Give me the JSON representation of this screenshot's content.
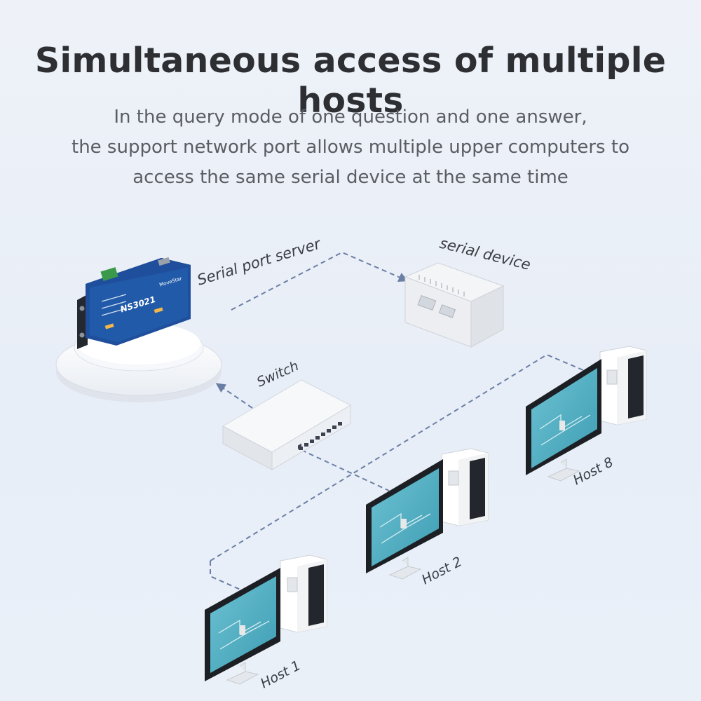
{
  "title": "Simultaneous access of multiple hosts",
  "subtitle": [
    "In the query mode of one question and one answer,",
    "the support network port allows multiple upper computers to",
    "access the same serial device at the same time"
  ],
  "devices": {
    "server_label": "Serial port server",
    "server_model": "NS3021",
    "server_brand": "MoveStar",
    "serial_device_label": "serial device",
    "switch_label": "Switch"
  },
  "hosts": [
    {
      "label": "Host 1"
    },
    {
      "label": "Host 2"
    },
    {
      "label": "Host 8"
    }
  ],
  "colors": {
    "link": "#6b7fa6",
    "server_body": "#1f4f9c",
    "title": "#2e2f33",
    "subtitle": "#5a5d63",
    "screen": "#5fb6c8"
  }
}
